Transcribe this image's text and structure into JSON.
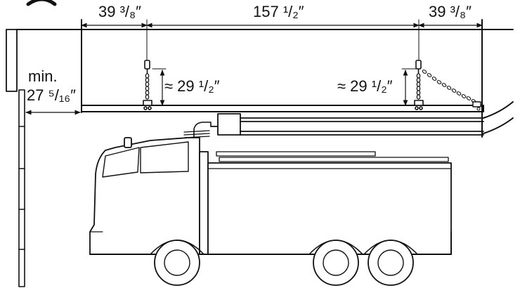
{
  "dimensions": {
    "left_span": "39 ³/₈″",
    "center_span": "157 ¹/₂″",
    "right_span": "39 ³/₈″",
    "chain_drop_left": "≈ 29 ¹/₂″",
    "chain_drop_right": "≈ 29 ¹/₂″",
    "clearance_label": "min.",
    "clearance_value": "27 ⁵/₁₆″"
  },
  "colors": {
    "stroke": "#111111",
    "fill": "#ffffff"
  },
  "icons": [
    "chain-icon",
    "hook-icon",
    "fire-truck-icon"
  ]
}
